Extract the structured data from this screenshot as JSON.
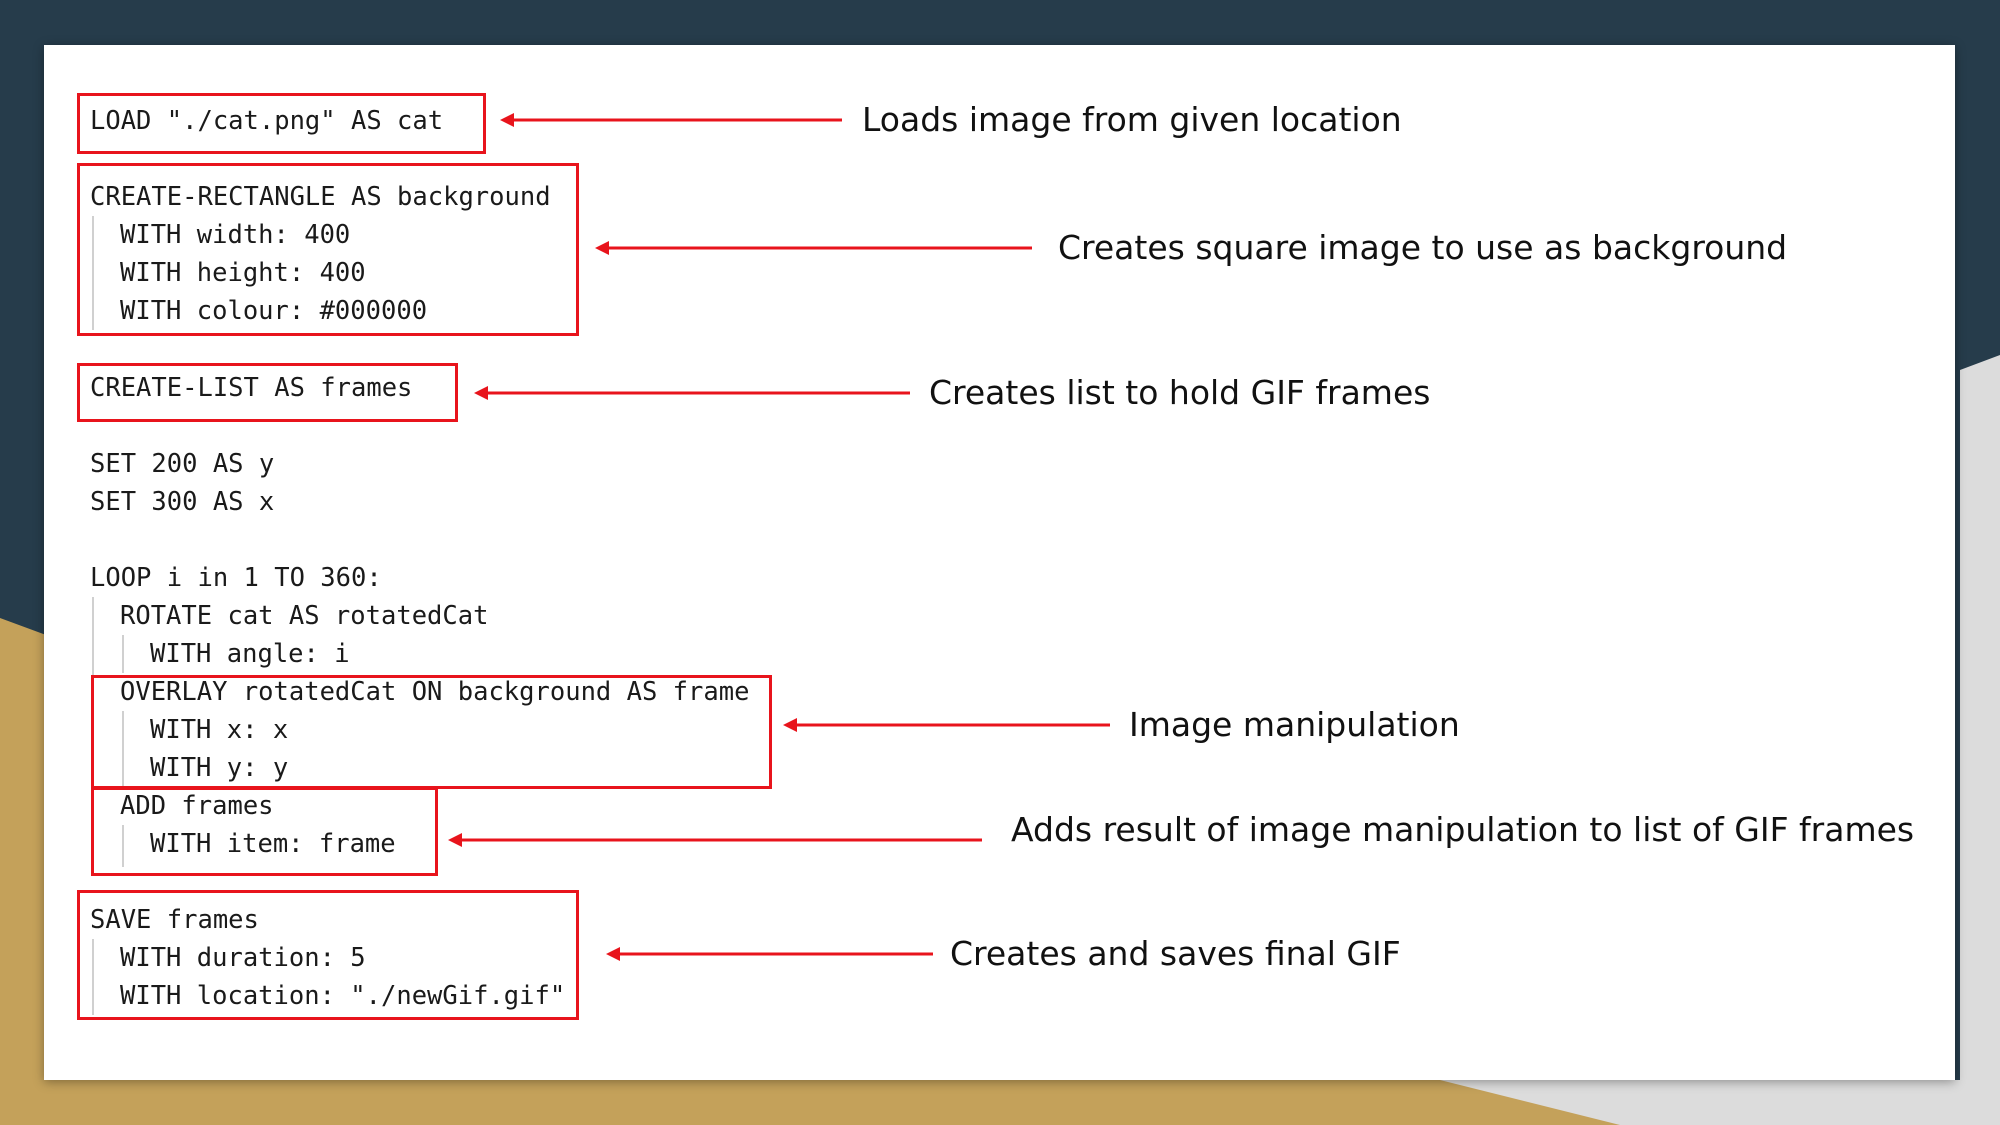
{
  "colors": {
    "background_dark": "#263c4b",
    "background_gold": "#c4a15a",
    "background_grey": "#dcdcdc",
    "card": "#ffffff",
    "highlight": "#e8141c"
  },
  "code": {
    "lines": [
      "LOAD \"./cat.png\" AS cat",
      "CREATE-RECTANGLE AS background",
      "WITH width: 400",
      "WITH height: 400",
      "WITH colour: #000000",
      "CREATE-LIST AS frames",
      "SET 200 AS y",
      "SET 300 AS x",
      "LOOP i in 1 TO 360:",
      "ROTATE cat AS rotatedCat",
      "WITH angle: i",
      "OVERLAY rotatedCat ON background AS frame",
      "WITH x: x",
      "WITH y: y",
      "ADD frames",
      "WITH item: frame",
      "SAVE frames",
      "WITH duration: 5",
      "WITH location: \"./newGif.gif\""
    ]
  },
  "annotations": [
    "Loads image from given location",
    "Creates square image to use as background",
    "Creates list to hold GIF frames",
    "Image manipulation",
    "Adds result of image manipulation to list of GIF frames",
    "Creates and saves final GIF"
  ]
}
